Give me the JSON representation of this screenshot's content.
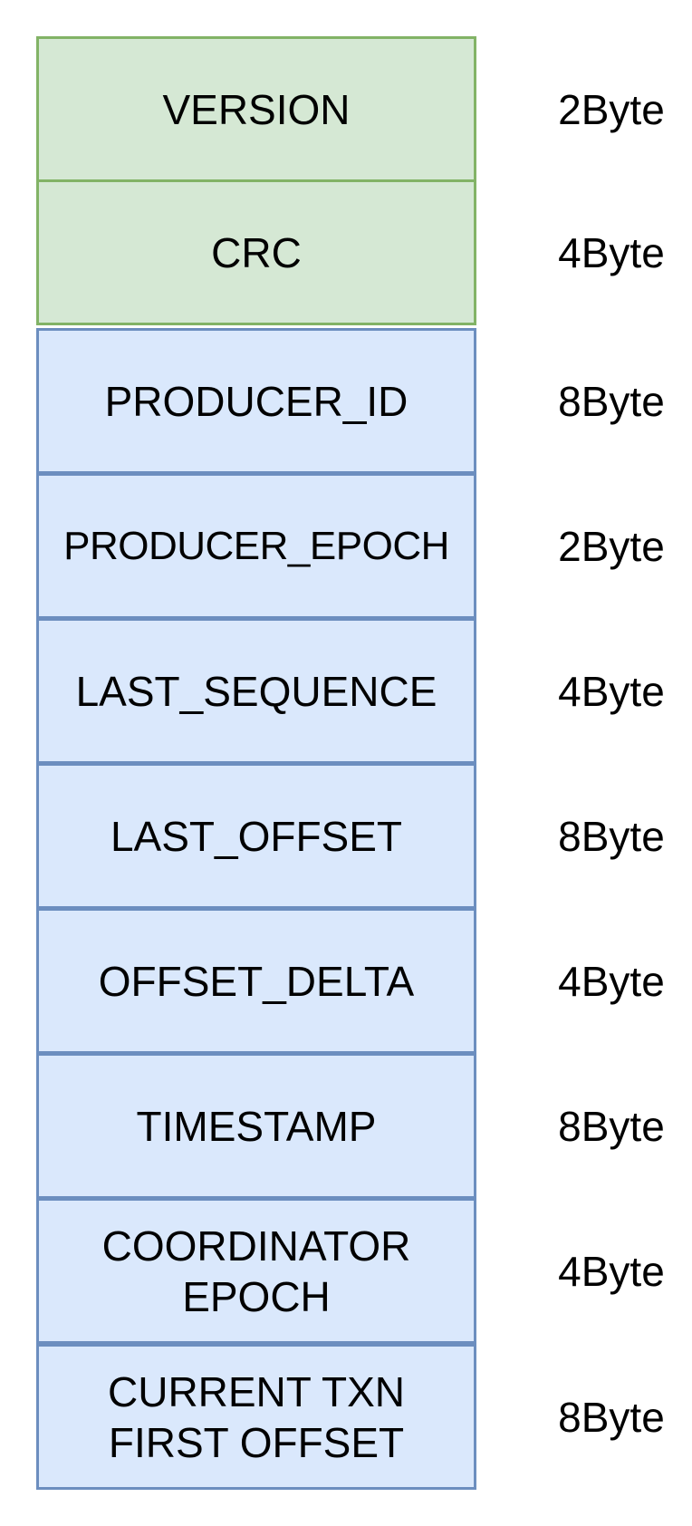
{
  "diagram": {
    "fields": [
      {
        "label": "VERSION",
        "size": "2Byte",
        "group": "header"
      },
      {
        "label": "CRC",
        "size": "4Byte",
        "group": "header"
      },
      {
        "label": "PRODUCER_ID",
        "size": "8Byte",
        "group": "body"
      },
      {
        "label": "PRODUCER_EPOCH",
        "size": "2Byte",
        "group": "body"
      },
      {
        "label": "LAST_SEQUENCE",
        "size": "4Byte",
        "group": "body"
      },
      {
        "label": "LAST_OFFSET",
        "size": "8Byte",
        "group": "body"
      },
      {
        "label": "OFFSET_DELTA",
        "size": "4Byte",
        "group": "body"
      },
      {
        "label": "TIMESTAMP",
        "size": "8Byte",
        "group": "body"
      },
      {
        "label": "COORDINATOR\nEPOCH",
        "size": "4Byte",
        "group": "body"
      },
      {
        "label": "CURRENT TXN\nFIRST OFFSET",
        "size": "8Byte",
        "group": "body"
      }
    ],
    "colors": {
      "header_fill": "#d5e8d4",
      "header_border": "#82b366",
      "body_fill": "#dae8fc",
      "body_border": "#6c8ebf",
      "text": "#000000"
    }
  }
}
